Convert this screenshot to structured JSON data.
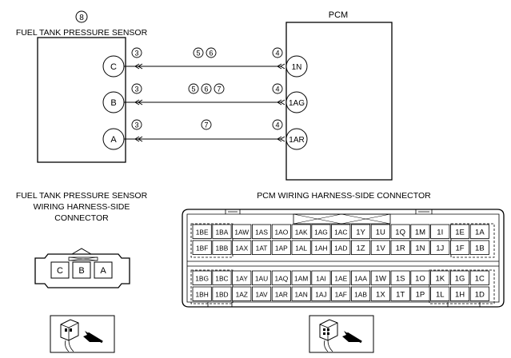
{
  "sensor": {
    "ref": "8",
    "title": "FUEL TANK PRESSURE SENSOR",
    "pins": [
      "C",
      "B",
      "A"
    ]
  },
  "pcm": {
    "title": "PCM",
    "pins": [
      "1N",
      "1AG",
      "1AR"
    ]
  },
  "wires": [
    {
      "left_ref": "3",
      "right_ref": "4",
      "notes": [
        "5",
        "6"
      ]
    },
    {
      "left_ref": "3",
      "right_ref": "4",
      "notes": [
        "5",
        "6",
        "7"
      ]
    },
    {
      "left_ref": "3",
      "right_ref": "4",
      "notes": [
        "7"
      ]
    }
  ],
  "sensor_connector": {
    "caption": [
      "FUEL TANK PRESSURE SENSOR",
      "WIRING HARNESS-SIDE",
      "CONNECTOR"
    ],
    "pins": [
      "C",
      "B",
      "A"
    ]
  },
  "pcm_connector": {
    "caption": "PCM WIRING HARNESS-SIDE CONNECTOR",
    "rows": [
      [
        "1BE",
        "1BA",
        "1AW",
        "1AS",
        "1AO",
        "1AK",
        "1AG",
        "1AC",
        "1Y",
        "1U",
        "1Q",
        "1M",
        "1I",
        "1E",
        "1A"
      ],
      [
        "1BF",
        "1BB",
        "1AX",
        "1AT",
        "1AP",
        "1AL",
        "1AH",
        "1AD",
        "1Z",
        "1V",
        "1R",
        "1N",
        "1J",
        "1F",
        "1B"
      ],
      [
        "1BG",
        "1BC",
        "1AY",
        "1AU",
        "1AQ",
        "1AM",
        "1AI",
        "1AE",
        "1AA",
        "1W",
        "1S",
        "1O",
        "1K",
        "1G",
        "1C"
      ],
      [
        "1BH",
        "1BD",
        "1AZ",
        "1AV",
        "1AR",
        "1AN",
        "1AJ",
        "1AF",
        "1AB",
        "1X",
        "1T",
        "1P",
        "1L",
        "1H",
        "1D"
      ]
    ]
  }
}
